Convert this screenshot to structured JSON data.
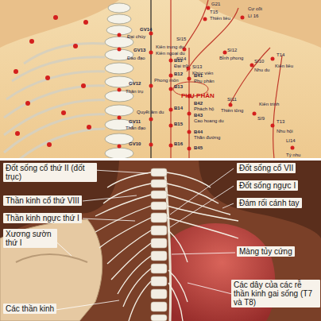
{
  "diagram": {
    "labels": [
      "G21",
      "GV14",
      "Đại chùy",
      "Cự cốt",
      "LI 16",
      "T15",
      "Thiên liêu",
      "SI15",
      "Kiên trung du",
      "SI14",
      "Kiên ngoại du",
      "SI12",
      "Bỉnh phong",
      "SI13",
      "Khúc viên",
      "SI10",
      "Nhu du",
      "T14",
      "Kiên liêu",
      "GV13",
      "Đào đạo",
      "B11",
      "Đại trữ",
      "B12",
      "Phong môn",
      "B13",
      "GV12",
      "Thân trụ",
      "B41",
      "Phụ phân",
      "PHỤ PHÂN",
      "B42",
      "Phách hộ",
      "SI11",
      "Thiên tông",
      "Kiên trinh",
      "SI9",
      "T13",
      "Nhu hội",
      "B14",
      "Quyết âm du",
      "B43",
      "Cao hoang du",
      "GV11",
      "Thần đạo",
      "B15",
      "B44",
      "Thần đường",
      "GV10",
      "B16",
      "B45",
      "LI14",
      "Tý nhu",
      "Đốt sống cổ thứ II (đốt trục)",
      "Thần kinh cổ thứ VIII",
      "Thần kinh ngực thứ I",
      "Xương sườn thứ I",
      "Các thần kinh",
      "Đốt sống cổ VII",
      "Đốt sống ngực I",
      "Đám rối cánh tay",
      "Màng tủy cứng",
      "Các dây của các rễ thần kinh gai sống (T7 và T8)"
    ]
  }
}
